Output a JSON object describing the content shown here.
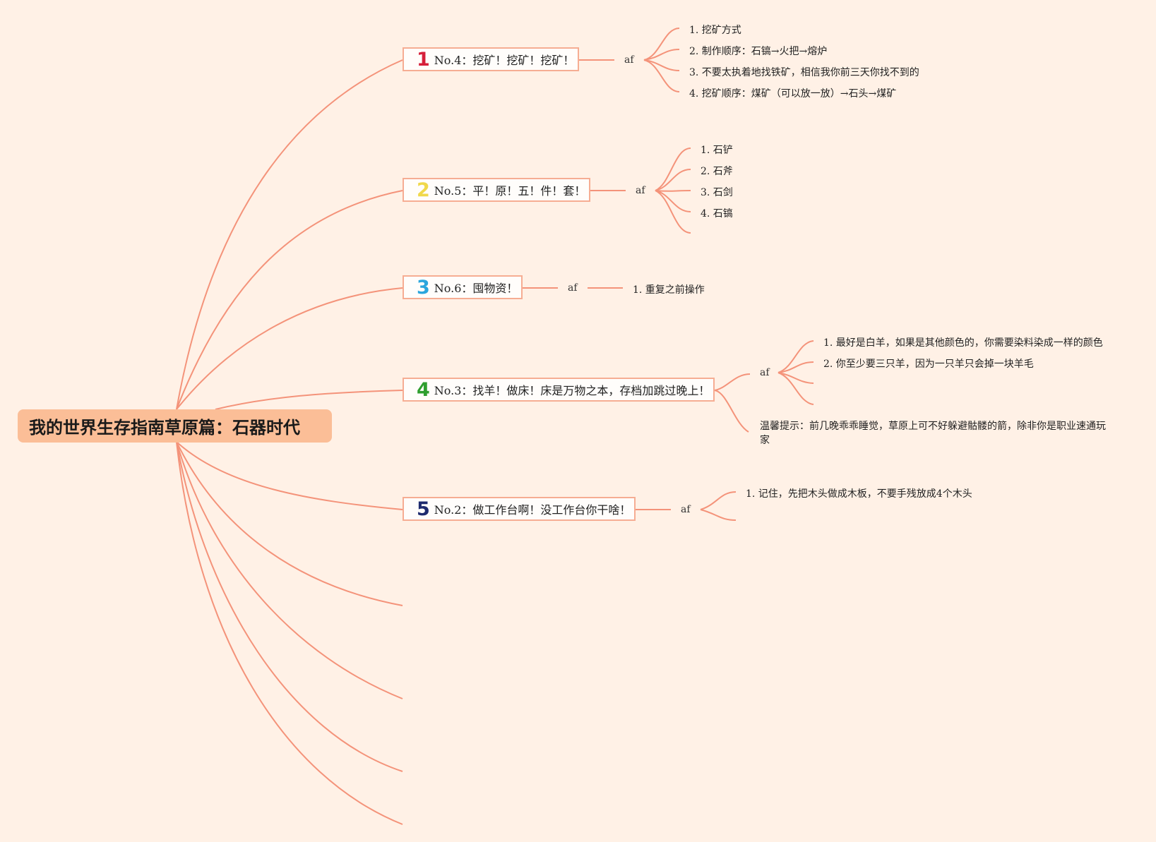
{
  "root": {
    "title": "我的世界生存指南草原篇：石器时代"
  },
  "topics": [
    {
      "number": "1",
      "number_color": "#d61f3a",
      "label": "No.4：挖矿！挖矿！挖矿！",
      "af": "af",
      "children": [
        "1. 挖矿方式",
        "2. 制作顺序：石镐→火把→熔炉",
        "3. 不要太执着地找铁矿，相信我你前三天你找不到的",
        "4. 挖矿顺序：煤矿（可以放一放）→石头→煤矿"
      ]
    },
    {
      "number": "2",
      "number_color": "#f0d84a",
      "label": "No.5：平！原！五！件！套！",
      "af": "af",
      "children": [
        "1. 石铲",
        "2. 石斧",
        "3. 石剑",
        "4. 石镐"
      ]
    },
    {
      "number": "3",
      "number_color": "#2ba6dd",
      "label": "No.6：囤物资！",
      "af": "af",
      "children": [
        "1. 重复之前操作"
      ]
    },
    {
      "number": "4",
      "number_color": "#2f9e2f",
      "label": "No.3：找羊！做床！床是万物之本，存档加跳过晚上！",
      "af": "af",
      "children": [
        "1. 最好是白羊，如果是其他颜色的，你需要染料染成一样的颜色",
        "2. 你至少要三只羊，因为一只羊只会掉一块羊毛"
      ],
      "note": "温馨提示：前几晚乖乖睡觉，草原上可不好躲避骷髅的箭，除非你是职业速通玩家"
    },
    {
      "number": "5",
      "number_color": "#1e2a6e",
      "label": "No.2：做工作台啊！没工作台你干啥！",
      "af": "af",
      "children": [
        "1. 记住，先把木头做成木板，不要手残放成4个木头"
      ]
    }
  ],
  "colors": {
    "connector": "#f4937a",
    "background": "#fff1e6",
    "root_fill": "#fbbe97",
    "topic_border": "#f6ad93"
  }
}
